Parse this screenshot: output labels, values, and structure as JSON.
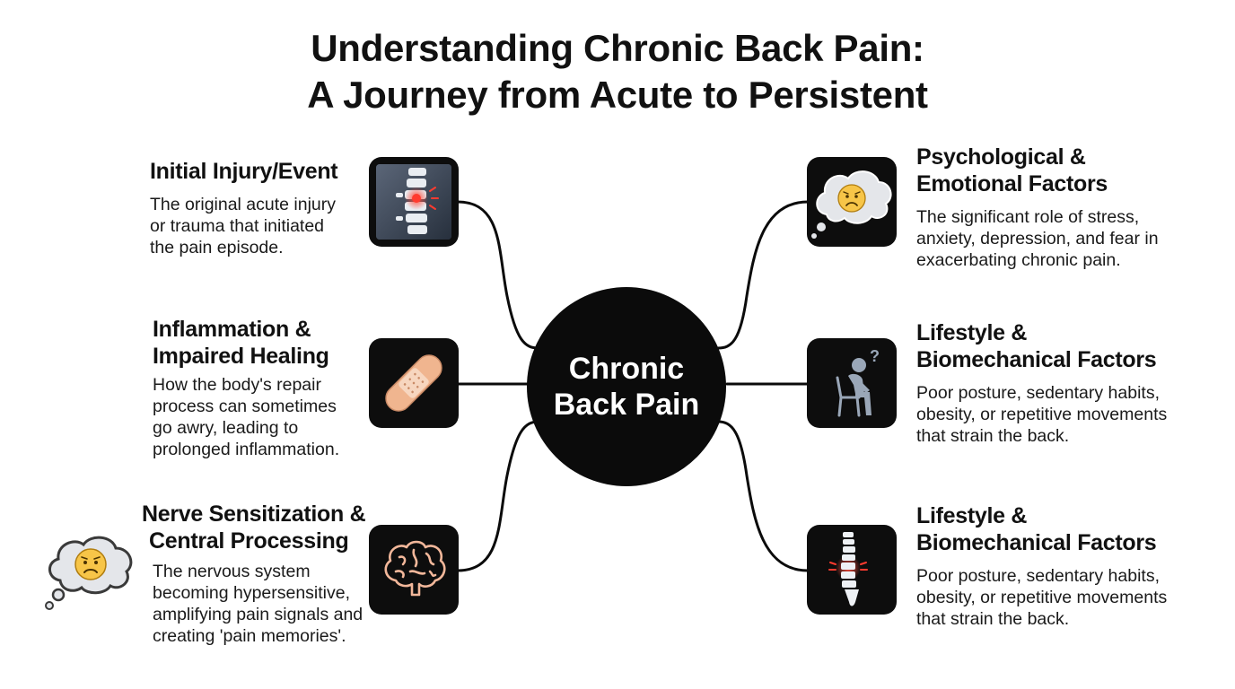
{
  "title": {
    "line1": "Understanding Chronic Back Pain:",
    "line2": "A Journey from Acute to Persistent"
  },
  "hub": {
    "line1": "Chronic",
    "line2": "Back Pain"
  },
  "nodes": [
    {
      "heading": [
        "Initial Injury/Event"
      ],
      "body": [
        "The original acute injury",
        "or trauma that initiated",
        "the pain episode."
      ],
      "icon": "spine-xray-pain-icon"
    },
    {
      "heading": [
        "Inflammation &",
        "Impaired Healing"
      ],
      "body": [
        "How the body's repair",
        "process can sometimes",
        "go awry, leading to",
        "prolonged inflammation."
      ],
      "icon": "bandage-icon"
    },
    {
      "heading": [
        "Nerve Sensitization &",
        "Central Processing"
      ],
      "body": [
        "The nervous system",
        "becoming hypersensitive,",
        "amplifying pain signals and",
        "creating 'pain memories'."
      ],
      "icon": "brain-icon"
    },
    {
      "heading": [
        "Psychological &",
        "Emotional Factors"
      ],
      "body": [
        "The significant role of stress,",
        "anxiety, depression, and fear in",
        "exacerbating chronic pain."
      ],
      "icon": "worried-thought-cloud-icon"
    },
    {
      "heading": [
        "Lifestyle &",
        "Biomechanical Factors"
      ],
      "body": [
        "Poor posture, sedentary habits,",
        "obesity, or repetitive movements",
        "that strain the back."
      ],
      "icon": "sitting-person-question-icon"
    },
    {
      "heading": [
        "Lifestyle &",
        "Biomechanical Factors"
      ],
      "body": [
        "Poor posture, sedentary habits,",
        "obesity, or repetitive movements",
        "that strain the back."
      ],
      "icon": "spine-icon"
    }
  ],
  "decor": {
    "icon": "worried-thought-cloud-icon"
  },
  "colors": {
    "text": "#111111",
    "hub": "#0b0b0b",
    "tile": "#0d0d0d",
    "pain_red": "#e03a2f",
    "bandage": "#f0b58f",
    "cloud": "#e4e6ea",
    "face": "#f7c548"
  }
}
